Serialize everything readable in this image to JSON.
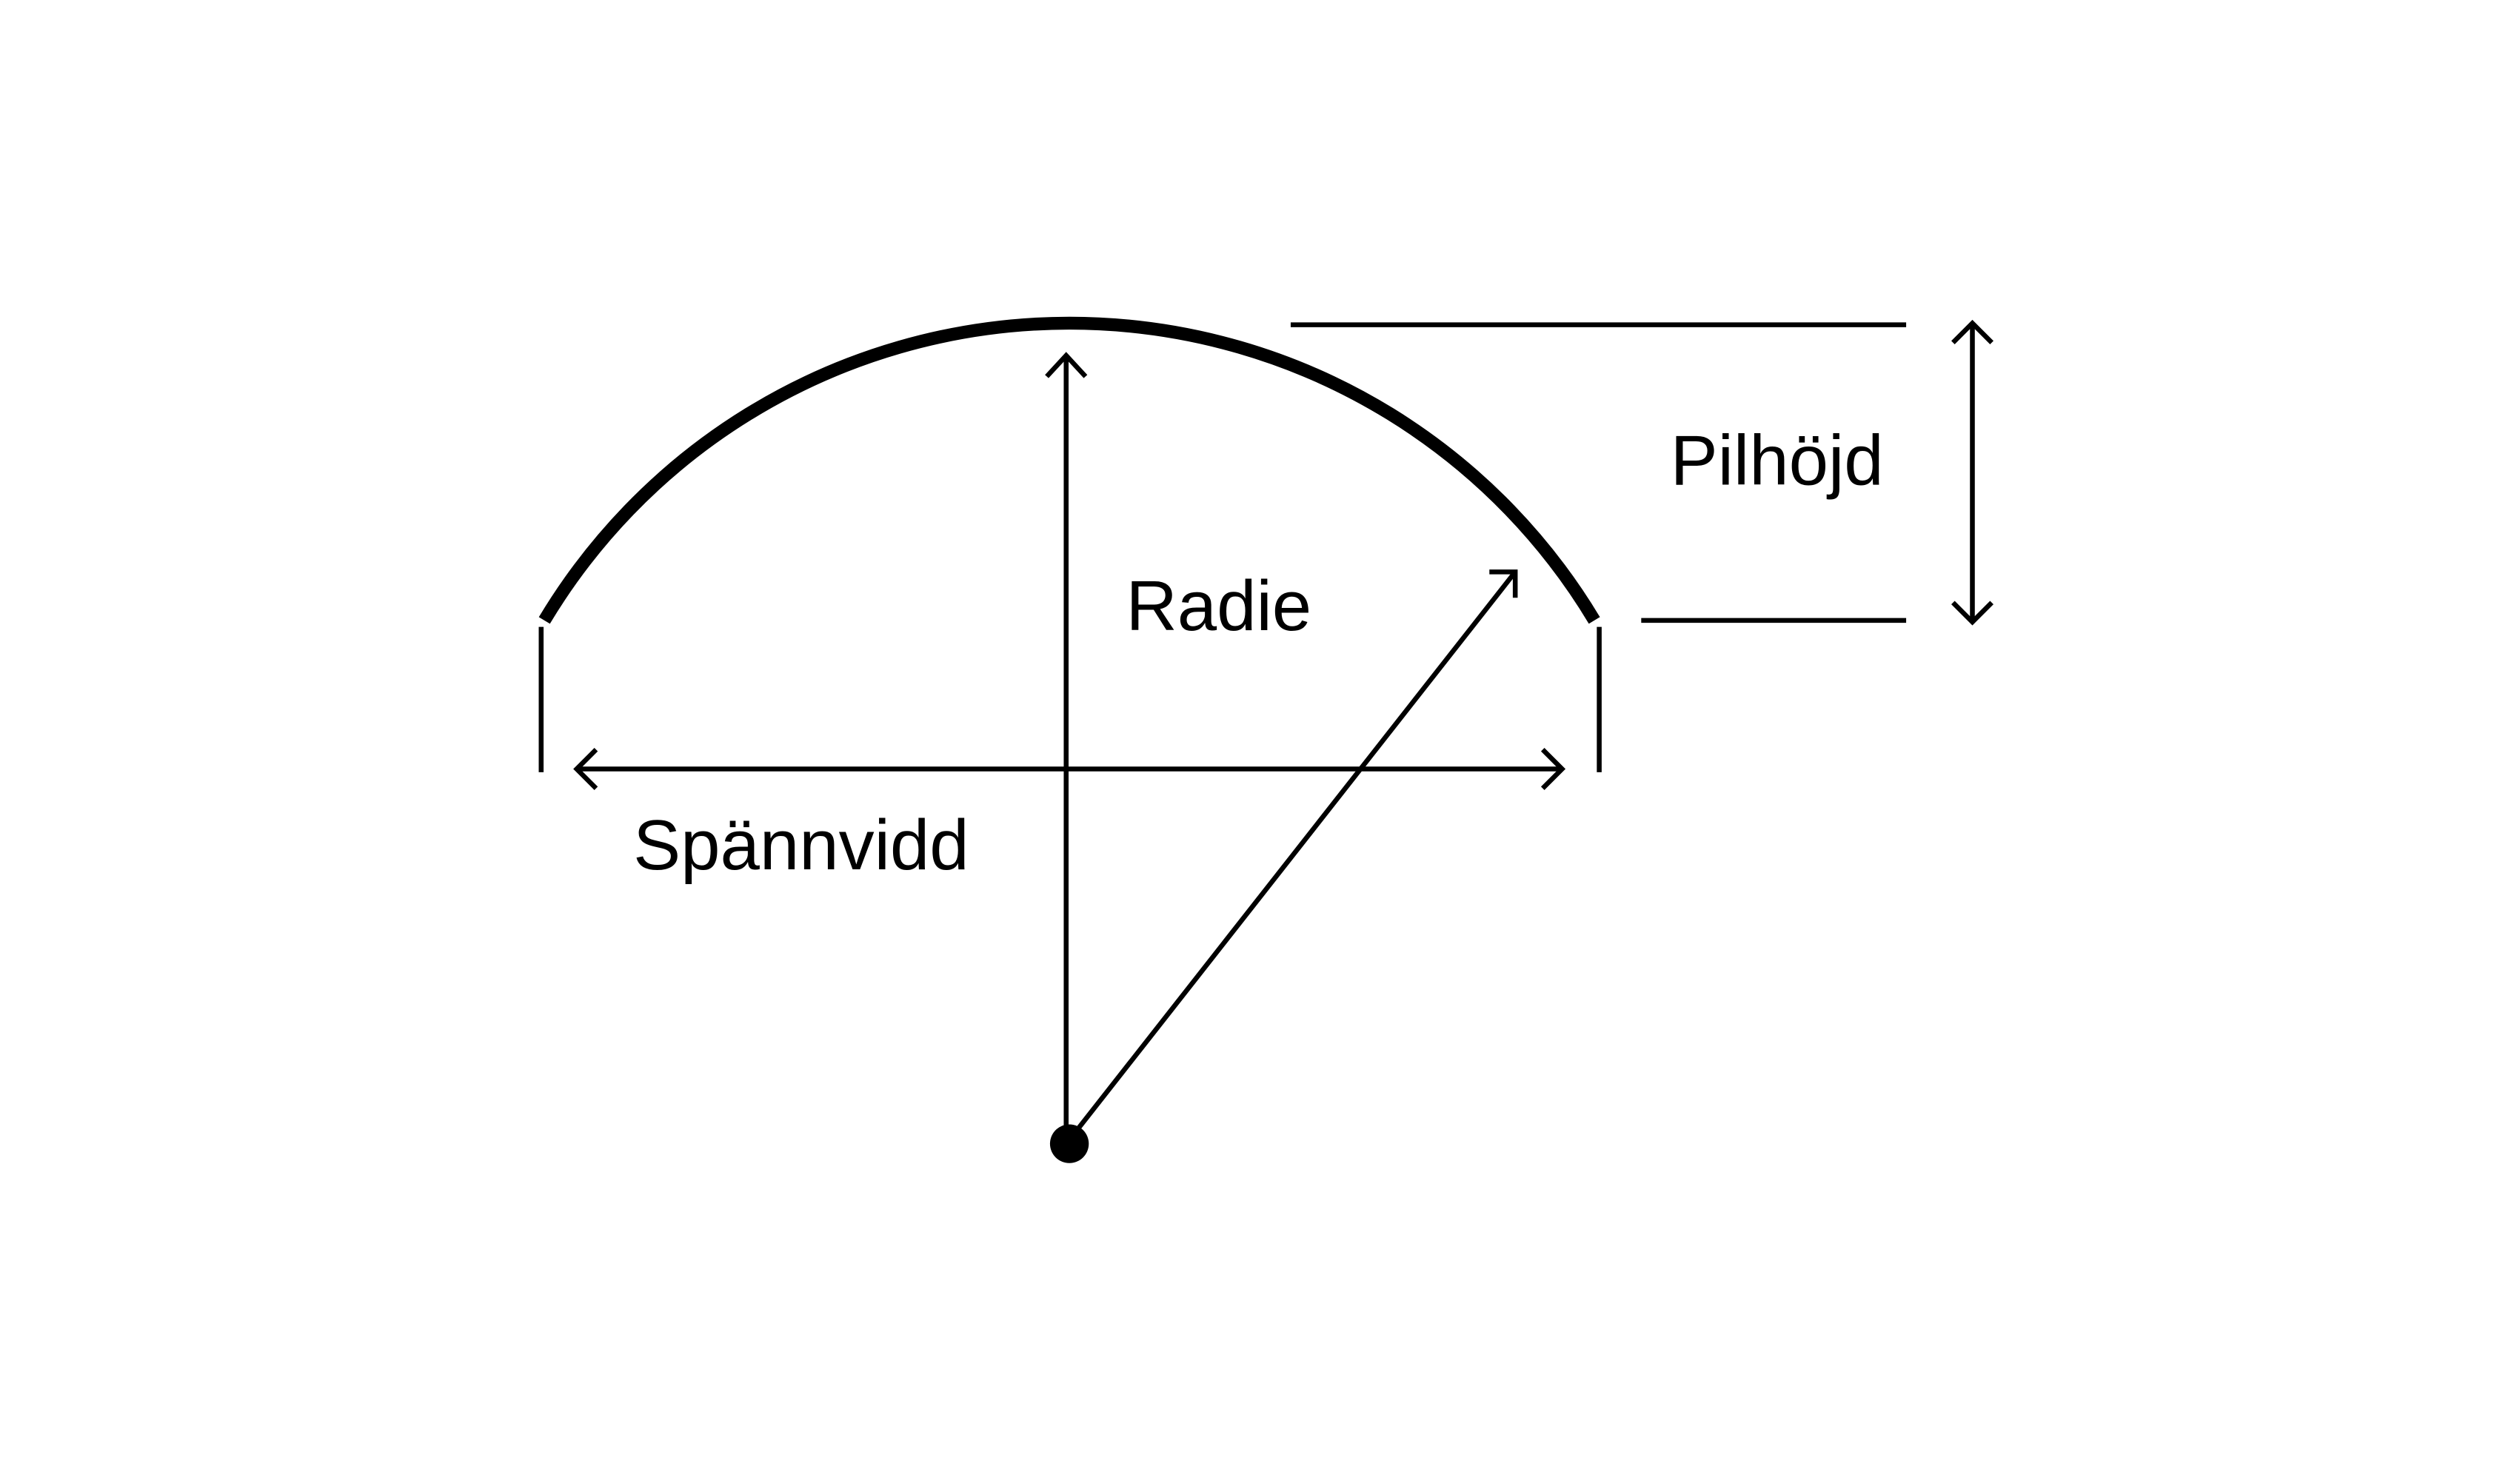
{
  "diagram": {
    "labels": {
      "radius": "Radie",
      "rise": "Pilhöjd",
      "span": "Spännvidd"
    },
    "colors": {
      "stroke": "#000000",
      "background": "#ffffff"
    }
  }
}
